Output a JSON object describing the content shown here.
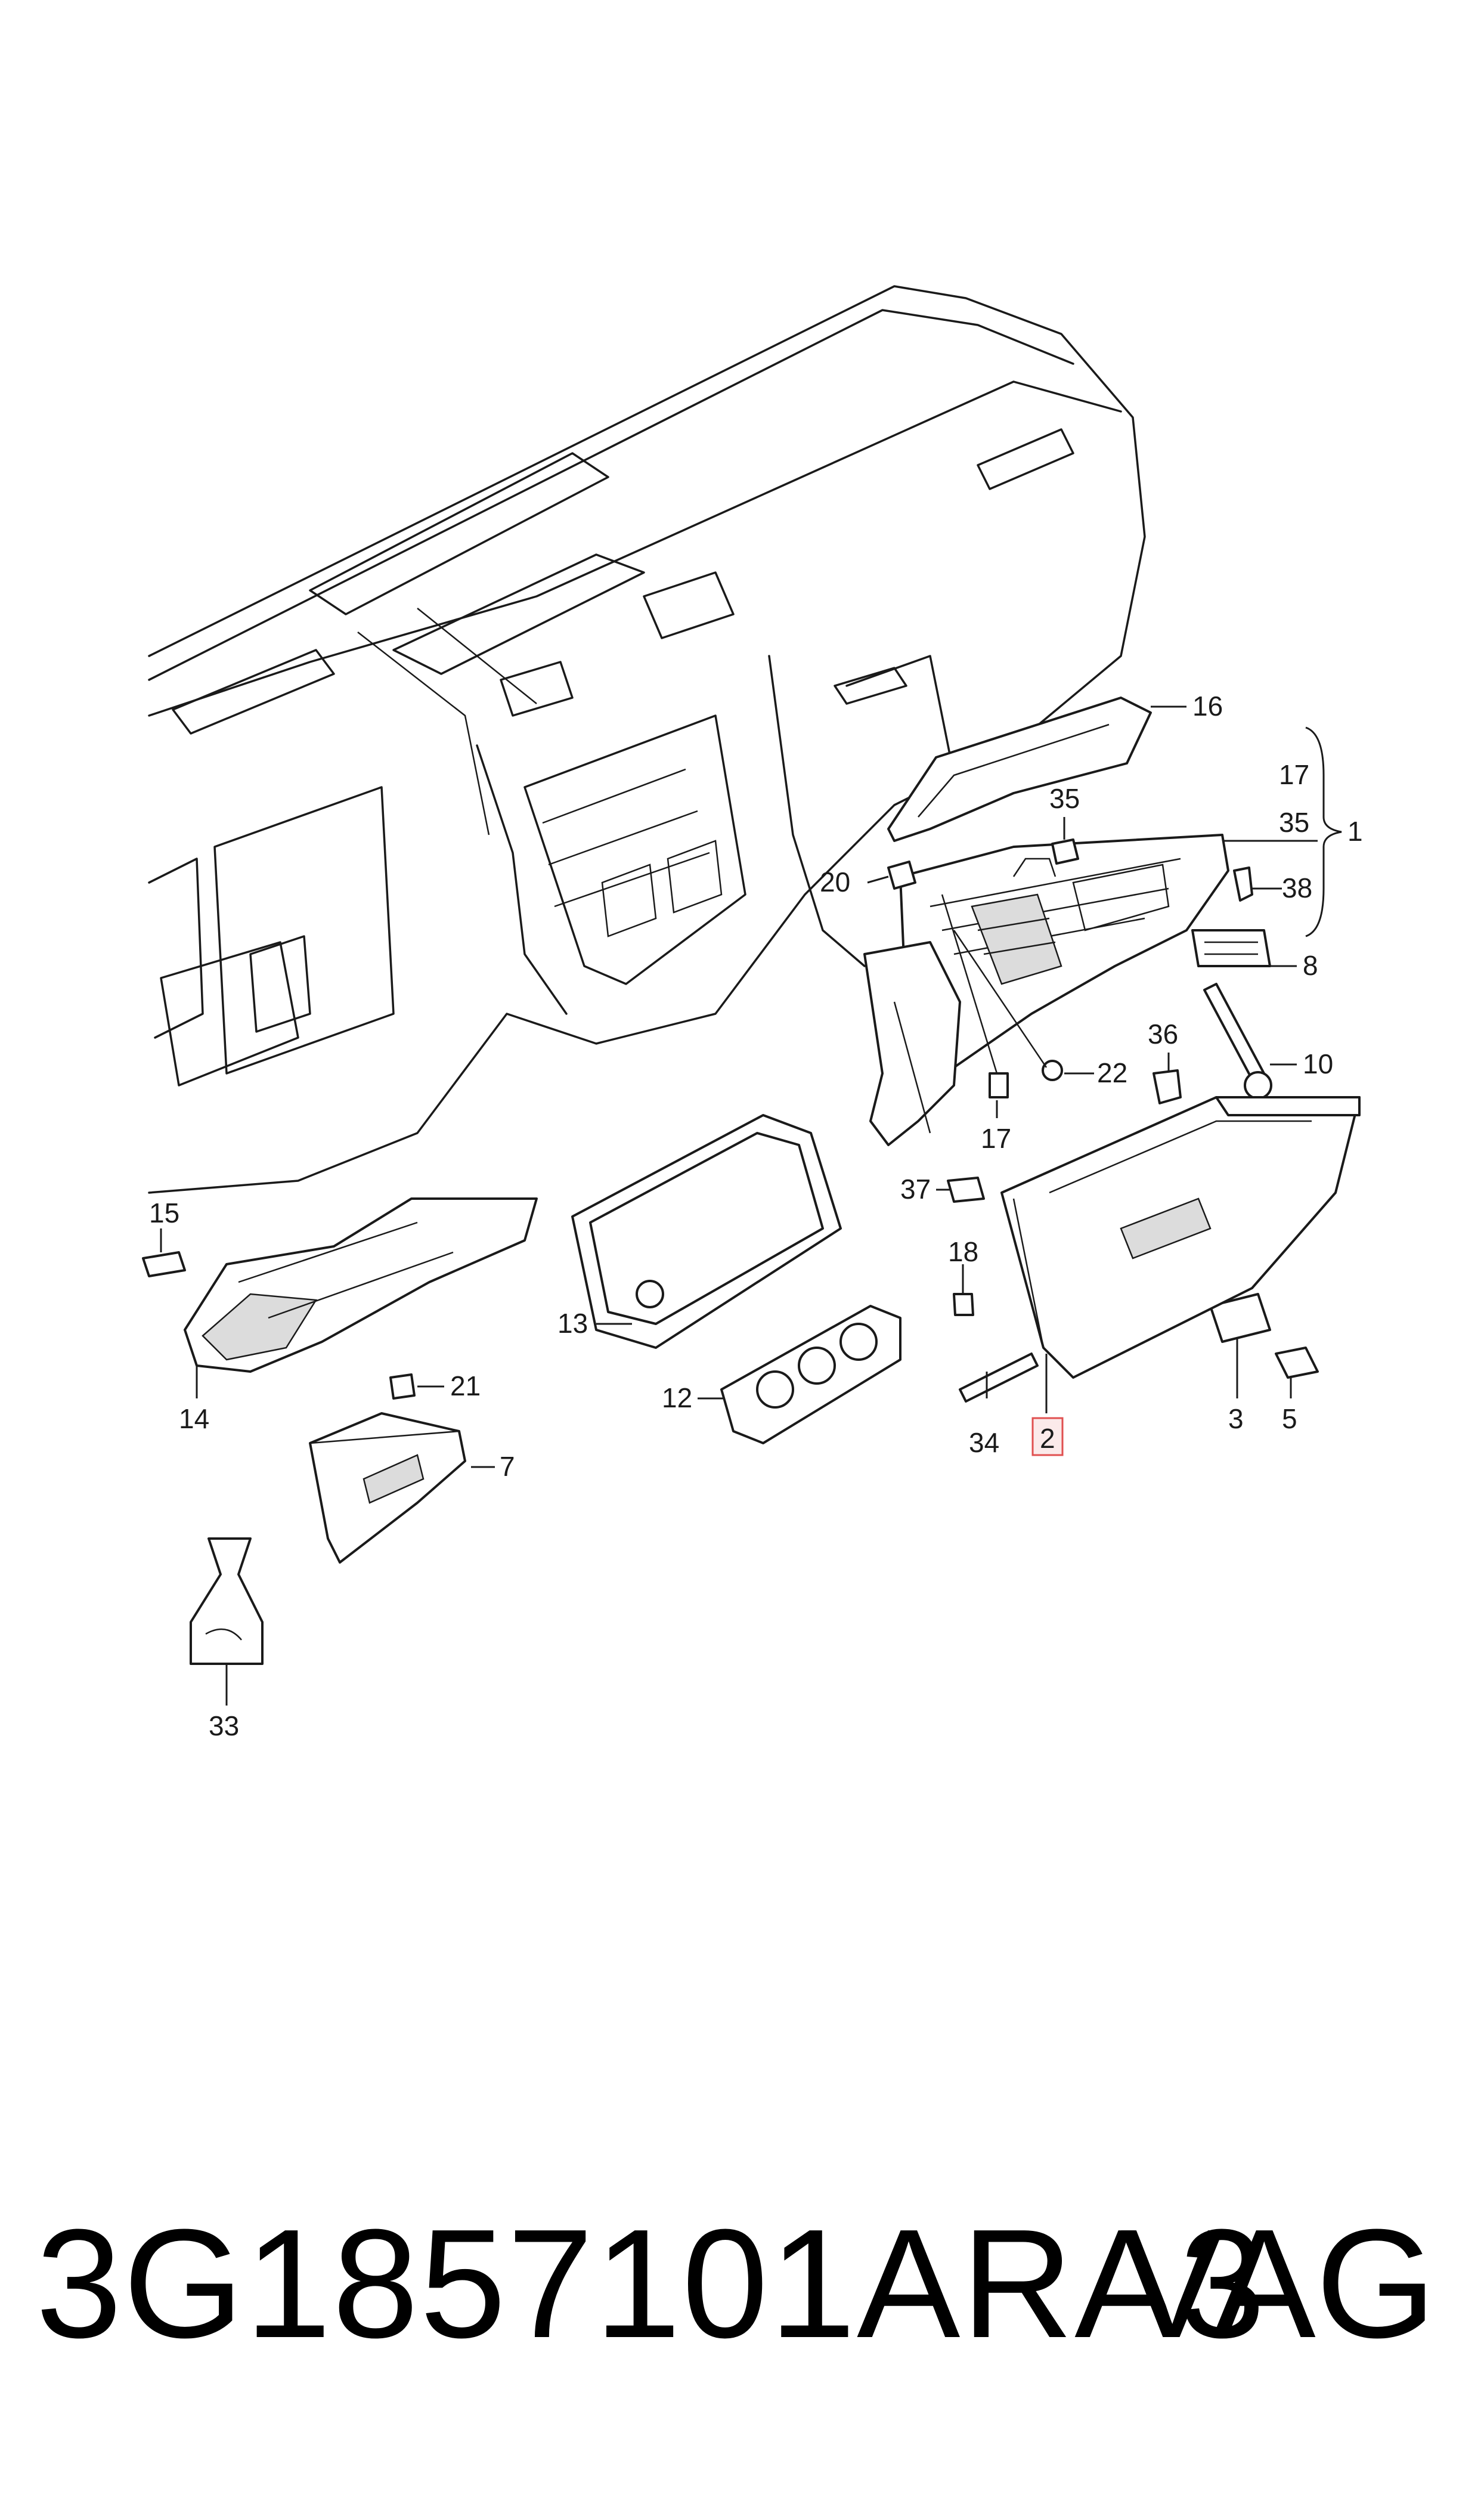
{
  "callouts": {
    "c1": "1",
    "c2": "2",
    "c3": "3",
    "c5": "5",
    "c7": "7",
    "c8": "8",
    "c10": "10",
    "c12": "12",
    "c13": "13",
    "c14": "14",
    "c15": "15",
    "c16": "16",
    "c17a": "17",
    "c17b": "17",
    "c18": "18",
    "c20": "20",
    "c21": "21",
    "c22": "22",
    "c33": "33",
    "c34": "34",
    "c35a": "35",
    "c35b": "35",
    "c36": "36",
    "c37": "37",
    "c38": "38"
  },
  "highlight_color": "#e05050",
  "footer": {
    "part_number": "3G1857101ARA3",
    "brand": "VAG"
  }
}
